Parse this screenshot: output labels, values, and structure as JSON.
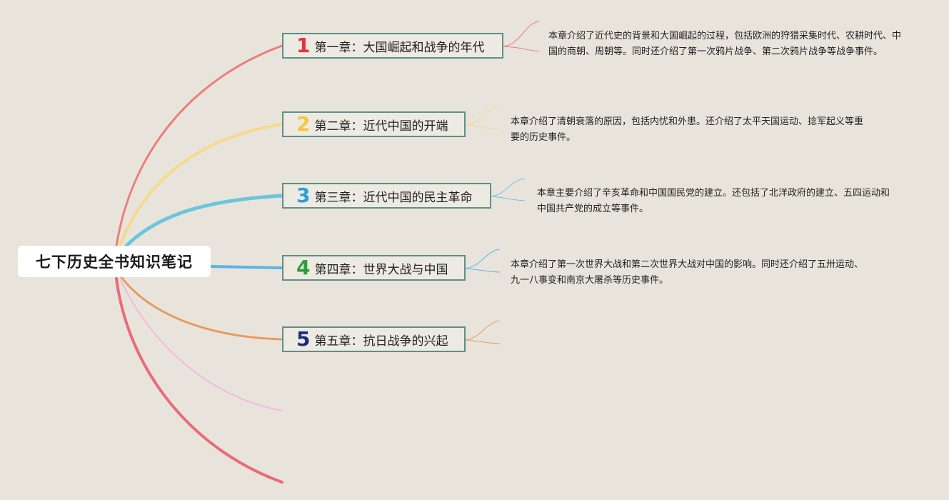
{
  "root": {
    "title": "七下历史全书知识笔记"
  },
  "chapters": [
    {
      "num": "1",
      "title": "第一章：大国崛起和战争的年代",
      "color": "#e0343f",
      "branch_color": "#ec7d7d",
      "desc": "本章介绍了近代史的背景和大国崛起的过程，包括欧洲的狩猎采集时代、农耕时代、中国的商朝、周朝等。同时还介绍了第一次鸦片战争、第二次鸦片战争等战争事件。"
    },
    {
      "num": "2",
      "title": "第二章：近代中国的开端",
      "color": "#f4c542",
      "branch_color": "#f6d98a",
      "desc": "本章介绍了清朝衰落的原因，包括内忧和外患。还介绍了太平天国运动、捻军起义等重要的历史事件。"
    },
    {
      "num": "3",
      "title": "第三章：近代中国的民主革命",
      "color": "#2f9fd8",
      "branch_color": "#6cc5dc",
      "desc": "本章主要介绍了辛亥革命和中国国民党的建立。还包括了北洋政府的建立、五四运动和中国共产党的成立等事件。"
    },
    {
      "num": "4",
      "title": "第四章：世界大战与中国",
      "color": "#2f9e3a",
      "branch_color": "#5cb4e2",
      "desc": "本章介绍了第一次世界大战和第二次世界大战对中国的影响。同时还介绍了五卅运动、九一八事变和南京大屠杀等历史事件。"
    },
    {
      "num": "5",
      "title": "第五章：抗日战争的兴起",
      "color": "#1e2d7a",
      "branch_color": "#e89a5e",
      "desc": ""
    }
  ],
  "extra_branch_colors": [
    "#f4b8dc",
    "#ea6b78"
  ]
}
